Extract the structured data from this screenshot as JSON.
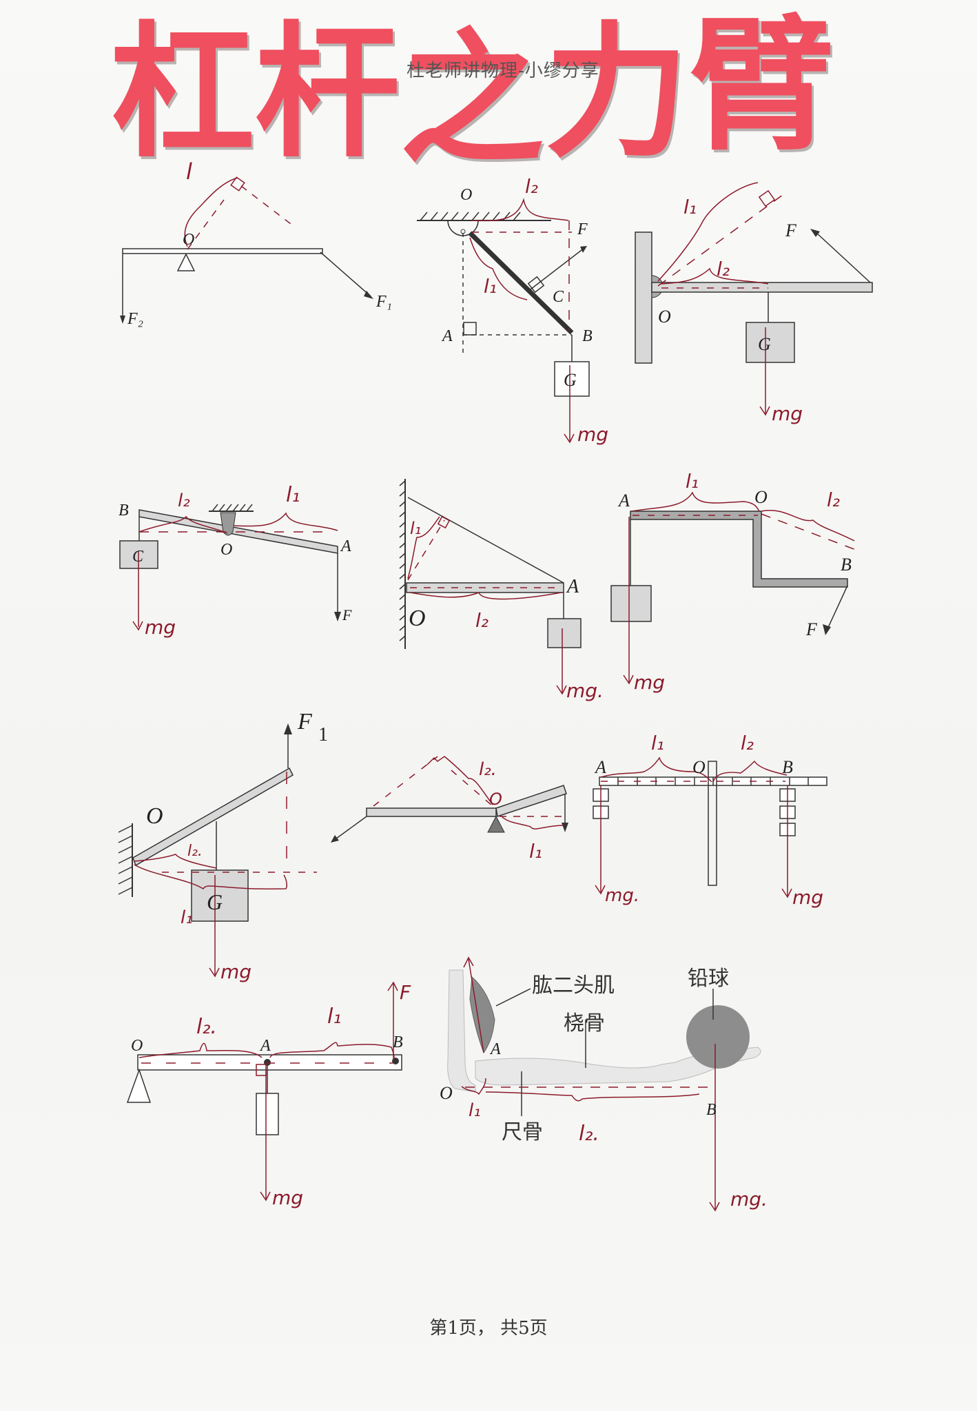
{
  "document": {
    "title_chars": [
      "杠",
      "杆",
      "之",
      "力",
      "臂"
    ],
    "title": "杠杆之力臂",
    "watermark": "杜老师讲物理-小缪分享",
    "footer": "第1页，  共5页",
    "colors": {
      "title_red": "#ef4f5f",
      "ink_red": "#8b1a2b",
      "ink_black": "#222222",
      "bar_gray": "#d8d8d8"
    }
  },
  "diagrams": [
    {
      "id": 1,
      "labels": {
        "pivot": "O",
        "force1": "F₁",
        "force2": "F₂",
        "arm": "l"
      }
    },
    {
      "id": 2,
      "labels": {
        "pivot": "O",
        "A": "A",
        "B": "B",
        "C": "C",
        "force": "F",
        "weight": "G",
        "l1": "l₁",
        "l2": "l₂",
        "mg": "mg"
      }
    },
    {
      "id": 3,
      "labels": {
        "pivot": "O",
        "force": "F",
        "weight": "G",
        "l1": "l₁",
        "l2": "l₂",
        "mg": "mg"
      }
    },
    {
      "id": 4,
      "labels": {
        "pivot": "O",
        "A": "A",
        "B": "B",
        "weight": "C",
        "force": "F",
        "l1": "l₁",
        "l2": "l₂",
        "mg": "mg"
      }
    },
    {
      "id": 5,
      "labels": {
        "pivot": "O",
        "A": "A",
        "l1": "l₁",
        "l2": "l₂",
        "mg": "mg."
      }
    },
    {
      "id": 6,
      "labels": {
        "pivot": "O",
        "A": "A",
        "B": "B",
        "force": "F",
        "l1": "l₁",
        "l2": "l₂",
        "mg": "mg"
      }
    },
    {
      "id": 7,
      "labels": {
        "pivot": "O",
        "force": "F",
        "force_sub": "1",
        "weight": "G",
        "l1": "l₁",
        "l2": "l₂.",
        "mg": "mg"
      }
    },
    {
      "id": 8,
      "labels": {
        "pivot": "O",
        "l1": "l₁",
        "l2": "l₂."
      }
    },
    {
      "id": 9,
      "labels": {
        "pivot": "O",
        "A": "A",
        "B": "B",
        "l1": "l₁",
        "l2": "l₂",
        "mg_left": "mg.",
        "mg_right": "mg"
      }
    },
    {
      "id": 10,
      "labels": {
        "pivot": "O",
        "A": "A",
        "B": "B",
        "force": "F",
        "l1": "l₁",
        "l2": "l₂.",
        "mg": "mg"
      }
    },
    {
      "id": 11,
      "labels": {
        "pivot": "O",
        "A": "A",
        "B": "B",
        "biceps": "肱二头肌",
        "shot": "铅球",
        "radius": "桡骨",
        "ulna": "尺骨",
        "l1": "l₁",
        "l2": "l₂.",
        "mg": "mg."
      }
    }
  ]
}
